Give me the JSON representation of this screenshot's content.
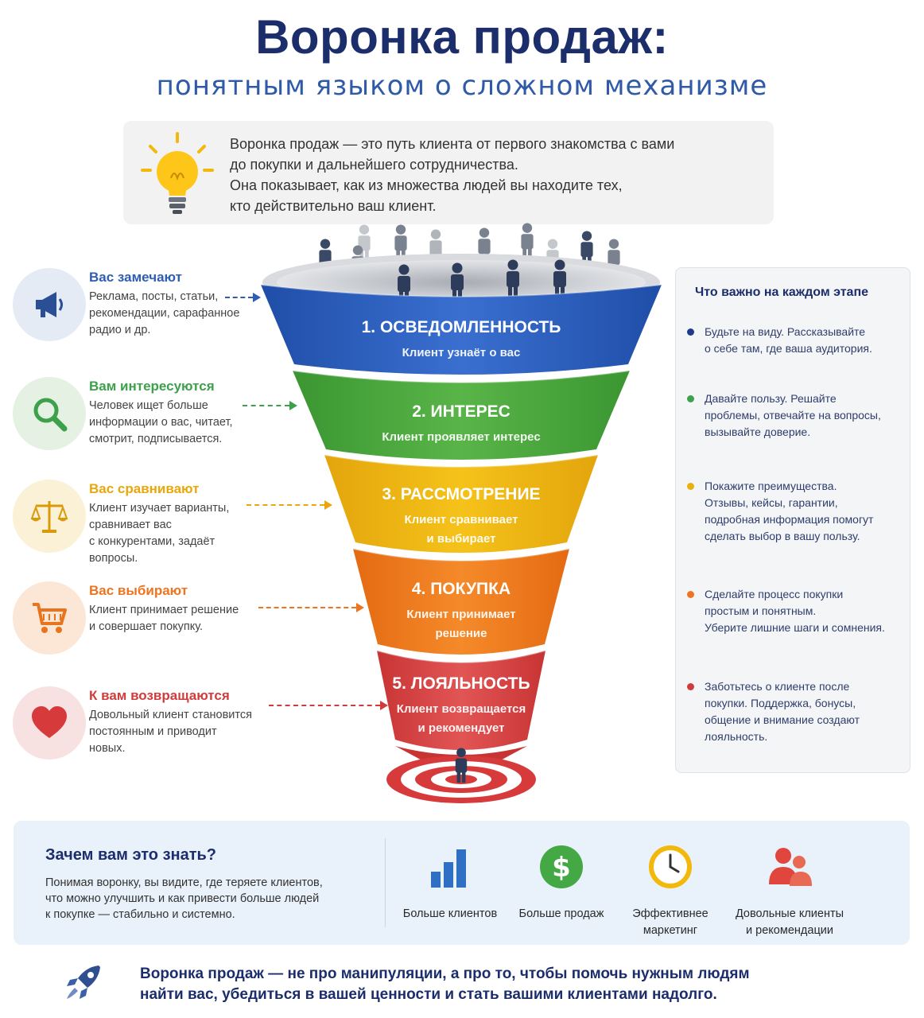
{
  "header": {
    "title": "Воронка продаж:",
    "subtitle": "понятным языком о сложном механизме"
  },
  "intro": {
    "line1": "Воронка продаж — это путь клиента от первого знакомства с вами",
    "line2": "до покупки и дальнейшего сотрудничества.",
    "line3": "Она показывает, как из множества людей вы находите тех,",
    "line4": "кто действительно ваш клиент."
  },
  "stages": [
    {
      "icon": "megaphone-icon",
      "color": "#2f5db3",
      "bg": "#e4ebf5",
      "side_title": "Вас замечают",
      "side_desc": [
        "Реклама, посты, статьи,",
        "рекомендации, сарафанное",
        "радио и др."
      ],
      "funnel_title": "1. ОСВЕДОМЛЕННОСТЬ",
      "funnel_desc": [
        "Клиент узнаёт о вас"
      ]
    },
    {
      "icon": "magnifier-icon",
      "color": "#3ca14a",
      "bg": "#e5f1e2",
      "side_title": "Вам интересуются",
      "side_desc": [
        "Человек ищет больше",
        "информации о вас, читает,",
        "смотрит, подписывается."
      ],
      "funnel_title": "2. ИНТЕРЕС",
      "funnel_desc": [
        "Клиент проявляет интерес"
      ]
    },
    {
      "icon": "scales-icon",
      "color": "#e9a70c",
      "bg": "#fbf1d6",
      "side_title": "Вас сравнивают",
      "side_desc": [
        "Клиент изучает варианты,",
        "сравнивает вас",
        "с конкурентами, задаёт",
        "вопросы."
      ],
      "funnel_title": "3. РАССМОТРЕНИЕ",
      "funnel_desc": [
        "Клиент сравнивает",
        "и выбирает"
      ]
    },
    {
      "icon": "cart-icon",
      "color": "#ee7420",
      "bg": "#fce6d6",
      "side_title": "Вас выбирают",
      "side_desc": [
        "Клиент принимает решение",
        "и совершает покупку."
      ],
      "funnel_title": "4. ПОКУПКА",
      "funnel_desc": [
        "Клиент принимает",
        "решение"
      ]
    },
    {
      "icon": "heart-icon",
      "color": "#d23b3b",
      "bg": "#f8e1e1",
      "side_title": "К вам возвращаются",
      "side_desc": [
        "Довольный клиент становится",
        "постоянным и приводит",
        "новых."
      ],
      "funnel_title": "5. ЛОЯЛЬНОСТЬ",
      "funnel_desc": [
        "Клиент возвращается",
        "и рекомендует"
      ]
    }
  ],
  "tips": {
    "title": "Что важно на каждом этапе",
    "items": [
      {
        "color": "#1f3a8a",
        "lines": [
          "Будьте на виду. Рассказывайте",
          "о себе там, где ваша аудитория."
        ]
      },
      {
        "color": "#3ca14a",
        "lines": [
          "Давайте пользу. Решайте",
          "проблемы, отвечайте на вопросы,",
          "вызывайте доверие."
        ]
      },
      {
        "color": "#e9b10c",
        "lines": [
          "Покажите преимущества.",
          "Отзывы, кейсы, гарантии,",
          "подробная информация помогут",
          "сделать выбор в вашу пользу."
        ]
      },
      {
        "color": "#ee7420",
        "lines": [
          "Сделайте процесс покупки",
          "простым и понятным.",
          "Уберите лишние шаги и сомнения."
        ]
      },
      {
        "color": "#d23b3b",
        "lines": [
          "Заботьтесь о клиенте после",
          "покупки. Поддержка, бонусы,",
          "общение и внимание создают",
          "лояльность."
        ]
      }
    ]
  },
  "why": {
    "title": "Зачем вам это знать?",
    "text": [
      "Понимая воронку, вы видите, где теряете клиентов,",
      "что можно улучшить и как привести больше людей",
      "к покупке — стабильно и системно."
    ],
    "benefits": [
      {
        "icon": "bar-chart-icon",
        "lines": [
          "Больше клиентов"
        ]
      },
      {
        "icon": "dollar-coin-icon",
        "lines": [
          "Больше продаж"
        ]
      },
      {
        "icon": "clock-icon",
        "lines": [
          "Эффективнее",
          "маркетинг"
        ]
      },
      {
        "icon": "people-icon",
        "lines": [
          "Довольные клиенты",
          "и рекомендации"
        ]
      }
    ]
  },
  "footer": {
    "icon": "rocket-icon",
    "line1": "Воронка продаж — не про манипуляции, а про то, чтобы помочь нужным людям",
    "line2": "найти вас, убедиться в вашей ценности и стать вашими клиентами надолго."
  }
}
